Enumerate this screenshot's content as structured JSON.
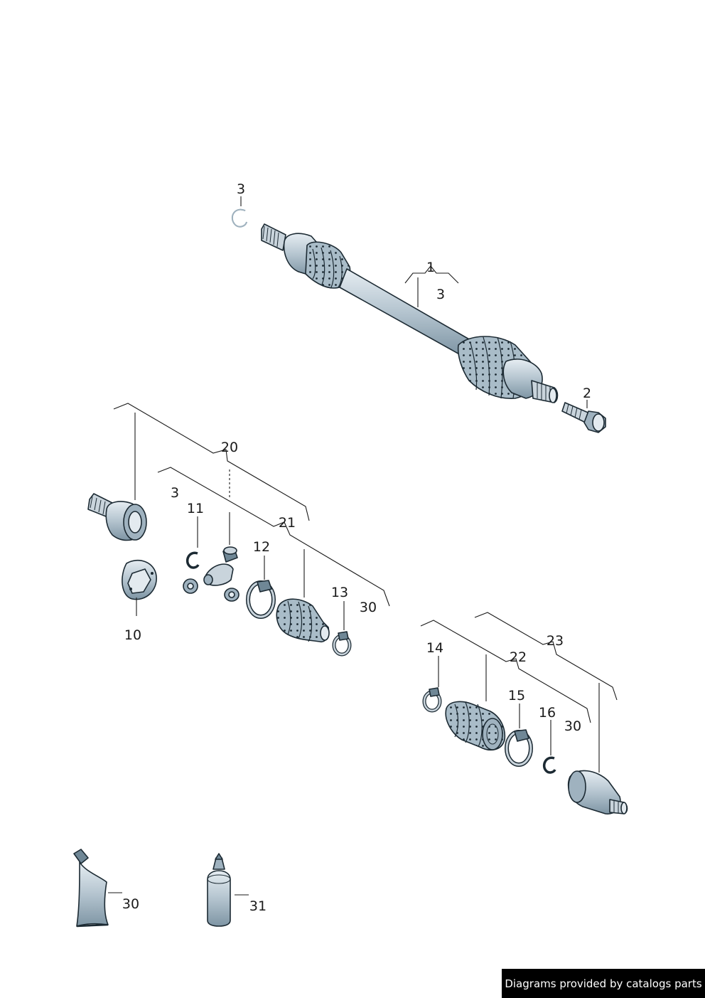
{
  "labels": {
    "l1": "1",
    "l2": "2",
    "l3a": "3",
    "l3b": "3",
    "l3c": "3",
    "l10": "10",
    "l11": "11",
    "l12": "12",
    "l13": "13",
    "l14": "14",
    "l15": "15",
    "l16": "16",
    "l20": "20",
    "l21": "21",
    "l22": "22",
    "l23": "23",
    "l30a": "30",
    "l30b": "30",
    "l30c": "30",
    "l31": "31"
  },
  "credit": "Diagrams provided by catalogs parts",
  "colors": {
    "part_outline": "#1c2a33",
    "part_fill": "#c9d4dc",
    "credit_bg": "#000000",
    "credit_text": "#ffffff"
  }
}
